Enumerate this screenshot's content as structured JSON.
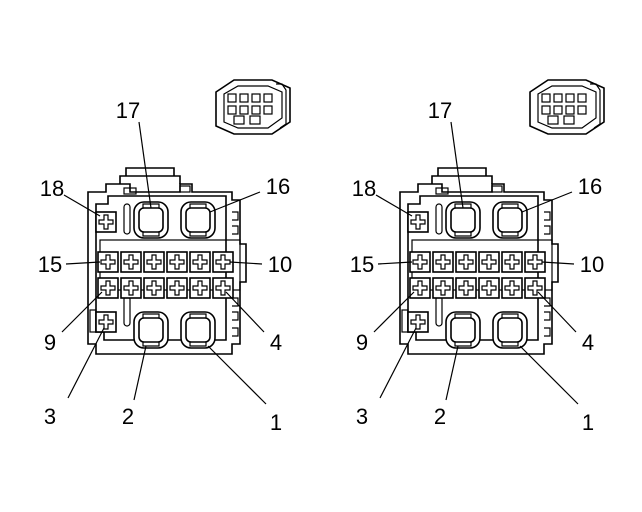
{
  "diagrams": [
    {
      "name": "left",
      "pins": {
        "p17": "17",
        "p18": "18",
        "p16": "16",
        "p15": "15",
        "p10": "10",
        "p9": "9",
        "p4": "4",
        "p3": "3",
        "p2": "2",
        "p1": "1"
      }
    },
    {
      "name": "right",
      "pins": {
        "p17": "17",
        "p18": "18",
        "p16": "16",
        "p15": "15",
        "p10": "10",
        "p9": "9",
        "p4": "4",
        "p3": "3",
        "p2": "2",
        "p1": "1"
      }
    }
  ],
  "colors": {
    "line": "#000000",
    "background": "#ffffff"
  }
}
